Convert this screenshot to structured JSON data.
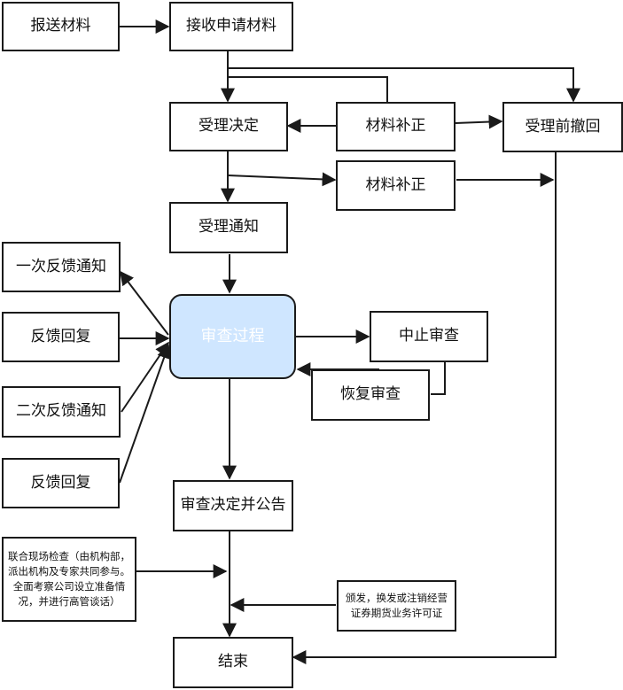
{
  "nodes": {
    "submit": "报送材料",
    "receive": "接收申请材料",
    "accept_decision": "受理决定",
    "supplement_1": "材料补正",
    "withdraw": "受理前撤回",
    "supplement_2": "材料补正",
    "accept_notice": "受理通知",
    "feedback_notice_1": "一次反馈通知",
    "feedback_reply_1": "反馈回复",
    "review": "审查过程",
    "suspend": "中止审查",
    "resume": "恢复审查",
    "feedback_notice_2": "二次反馈通知",
    "feedback_reply_2": "反馈回复",
    "decision_publish": "审查决定并公告",
    "site_inspection": "联合现场检查（由机构部，派出机构及专家共同参与。全面考察公司设立准备情况，并进行高管谈话）",
    "license": "颁发，换发或注销经营证券期货业务许可证",
    "end": "结束"
  },
  "colors": {
    "review_fill": "#cfe6ff",
    "line": "#1a1a1a"
  }
}
